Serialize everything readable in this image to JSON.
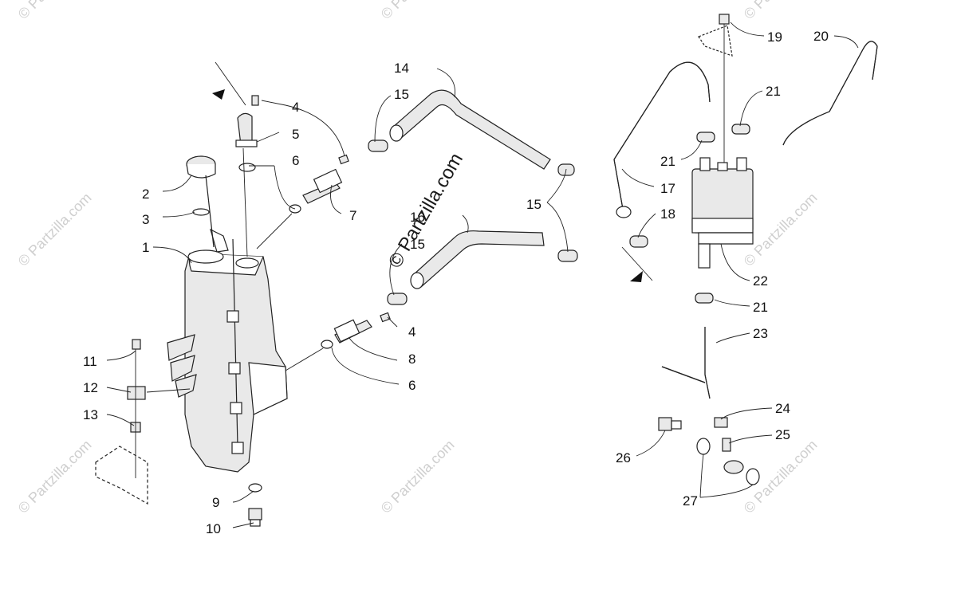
{
  "watermark": {
    "main": "© Partzilla.com",
    "tile": "© Partzilla.com"
  },
  "callouts": {
    "c1": "1",
    "c2": "2",
    "c3": "3",
    "c4a": "4",
    "c4b": "4",
    "c5": "5",
    "c6a": "6",
    "c6b": "6",
    "c7": "7",
    "c8": "8",
    "c9": "9",
    "c10": "10",
    "c11": "11",
    "c12": "12",
    "c13": "13",
    "c14": "14",
    "c15a": "15",
    "c15b": "15",
    "c15c": "15",
    "c16": "16",
    "c17": "17",
    "c18": "18",
    "c19": "19",
    "c20": "20",
    "c21a": "21",
    "c21b": "21",
    "c21c": "21",
    "c22": "22",
    "c23": "23",
    "c24": "24",
    "c25": "25",
    "c26": "26",
    "c27": "27"
  }
}
